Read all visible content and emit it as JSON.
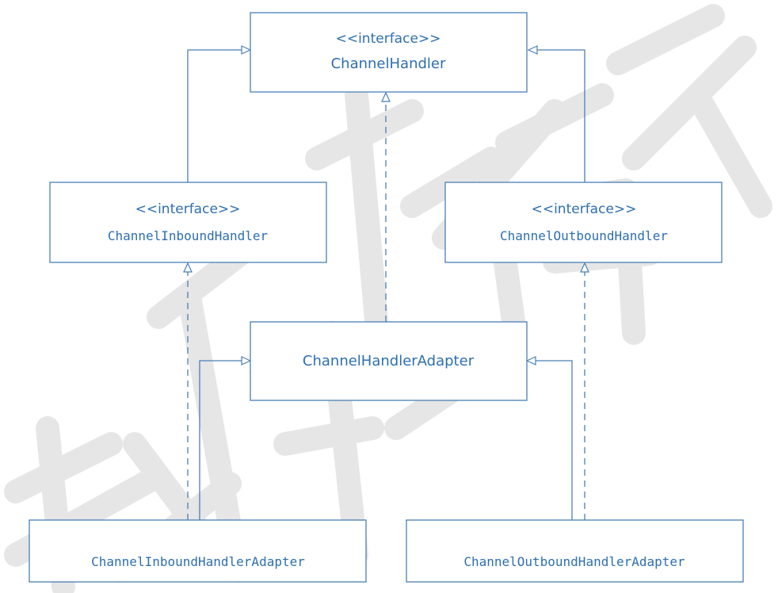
{
  "diagram": {
    "nodes": {
      "channel_handler": {
        "stereotype": "<<interface>>",
        "name": "ChannelHandler"
      },
      "channel_inbound_handler": {
        "stereotype": "<<interface>>",
        "name": "ChannelInboundHandler"
      },
      "channel_outbound_handler": {
        "stereotype": "<<interface>>",
        "name": "ChannelOutboundHandler"
      },
      "channel_handler_adapter": {
        "name": "ChannelHandlerAdapter"
      },
      "channel_inbound_handler_adapter": {
        "name": "ChannelInboundHandlerAdapter"
      },
      "channel_outbound_handler_adapter": {
        "name": "ChannelOutboundHandlerAdapter"
      }
    },
    "relations": [
      {
        "from": "ChannelInboundHandler",
        "to": "ChannelHandler",
        "kind": "generalization"
      },
      {
        "from": "ChannelOutboundHandler",
        "to": "ChannelHandler",
        "kind": "generalization"
      },
      {
        "from": "ChannelHandlerAdapter",
        "to": "ChannelHandler",
        "kind": "realization"
      },
      {
        "from": "ChannelInboundHandlerAdapter",
        "to": "ChannelInboundHandler",
        "kind": "realization"
      },
      {
        "from": "ChannelInboundHandlerAdapter",
        "to": "ChannelHandlerAdapter",
        "kind": "generalization"
      },
      {
        "from": "ChannelOutboundHandlerAdapter",
        "to": "ChannelOutboundHandler",
        "kind": "realization"
      },
      {
        "from": "ChannelOutboundHandlerAdapter",
        "to": "ChannelHandlerAdapter",
        "kind": "generalization"
      }
    ],
    "colors": {
      "line": "#4a7fb5",
      "text": "#2e6fb0",
      "watermark": "#e6e6e6"
    }
  }
}
